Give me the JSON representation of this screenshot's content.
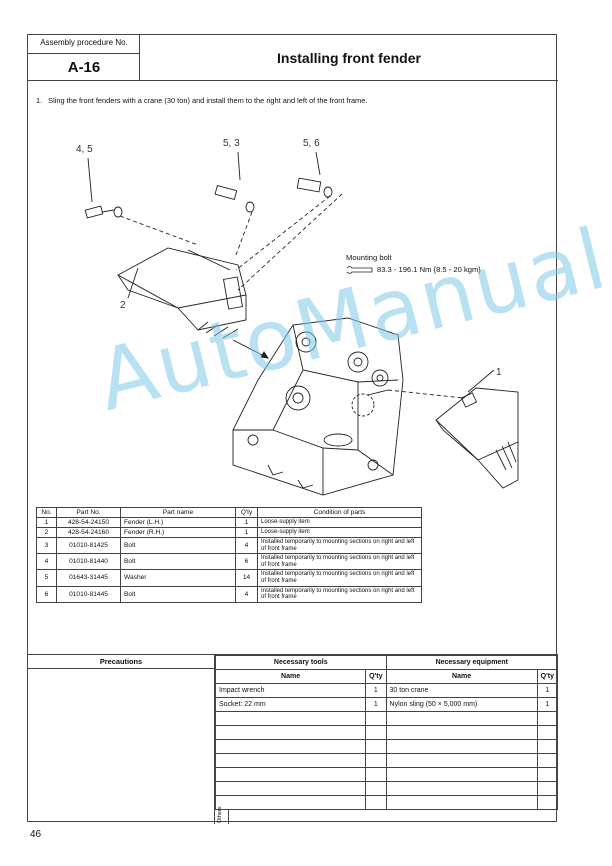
{
  "header": {
    "label": "Assembly procedure No.",
    "procedure_no": "A-16",
    "title": "Installing front fender"
  },
  "step": {
    "number": "1.",
    "text": "Sling the front fenders with a crane (30 ton) and install them to the right and left of the front frame."
  },
  "figure": {
    "callouts": [
      "4, 5",
      "5, 3",
      "5, 6",
      "2",
      "1"
    ],
    "mounting_bolt_label": "Mounting bolt",
    "torque_value": "83.3 - 196.1 Nm {8.5 - 20 kgm}"
  },
  "watermark": "AutoManual",
  "parts_table": {
    "headers": [
      "No.",
      "Part No.",
      "Part name",
      "Q'ty",
      "Condition of parts"
    ],
    "rows": [
      [
        "1",
        "428-54-24150",
        "Fender (L.H.)",
        "1",
        "Loose-supply item"
      ],
      [
        "2",
        "428-54-24160",
        "Fender (R.H.)",
        "1",
        "Loose-supply item"
      ],
      [
        "3",
        "01010-81425",
        "Bolt",
        "4",
        "Installed temporarily to mounting sections on right and left of front frame"
      ],
      [
        "4",
        "01010-81440",
        "Bolt",
        "6",
        "Installed temporarily to mounting sections on right and left of front frame"
      ],
      [
        "5",
        "01643-31445",
        "Washer",
        "14",
        "Installed temporarily to mounting sections on right and left of front frame"
      ],
      [
        "6",
        "01010-81445",
        "Bolt",
        "4",
        "Installed temporarily to mounting sections on right and left of front frame"
      ]
    ]
  },
  "bottom": {
    "precautions_header": "Precautions",
    "tools_header": "Necessary tools",
    "equipment_header": "Necessary equipment",
    "name_header": "Name",
    "qty_header": "Q'ty",
    "tools": [
      {
        "name": "Impact wrench",
        "qty": "1"
      },
      {
        "name": "Socket: 22 mm",
        "qty": "1"
      }
    ],
    "equipment": [
      {
        "name": "30 ton crane",
        "qty": "1"
      },
      {
        "name": "Nylon sling (50 × 5,000 mm)",
        "qty": "1"
      }
    ],
    "others_label": "Others"
  },
  "page_number": "46"
}
